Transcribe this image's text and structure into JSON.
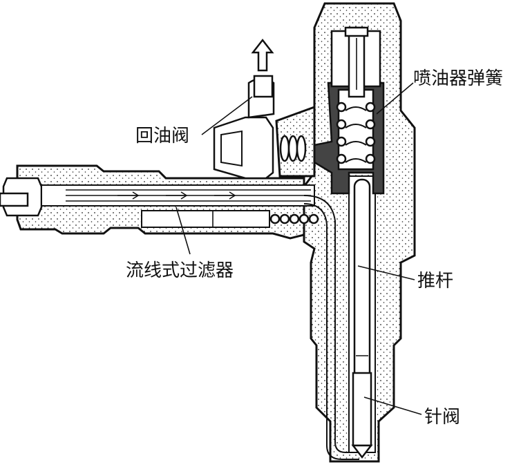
{
  "labels": {
    "return_valve": "回油阀",
    "injector_spring": "喷油器弹簧",
    "streamline_filter": "流线式过滤器",
    "push_rod": "推杆",
    "needle_valve": "针阀"
  }
}
